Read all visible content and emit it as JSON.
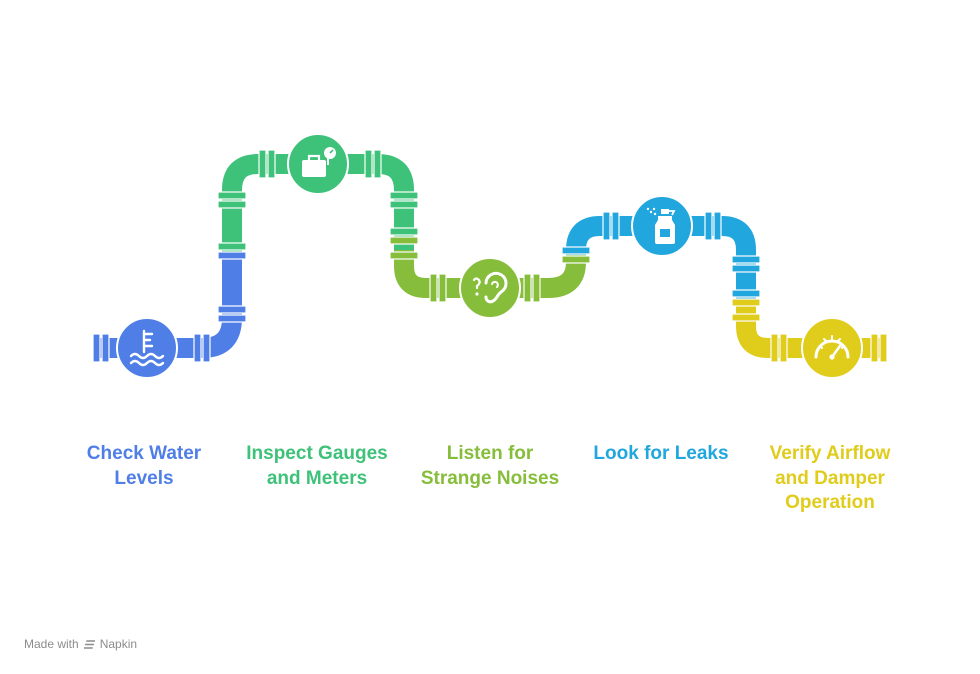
{
  "steps": [
    {
      "label": "Check Water\nLevels",
      "color": "#4f7fe6",
      "icon": "water-level-icon"
    },
    {
      "label": "Inspect Gauges\nand Meters",
      "color": "#3ec178",
      "icon": "toolbox-gauge-icon"
    },
    {
      "label": "Listen for\nStrange Noises",
      "color": "#86bd3a",
      "icon": "ear-listen-icon"
    },
    {
      "label": "Look for Leaks",
      "color": "#21a6de",
      "icon": "spray-bottle-icon"
    },
    {
      "label": "Verify Airflow\nand Damper\nOperation",
      "color": "#e0cc1b",
      "icon": "speedometer-icon"
    }
  ],
  "footer": {
    "made_with": "Made with",
    "brand": "Napkin"
  }
}
